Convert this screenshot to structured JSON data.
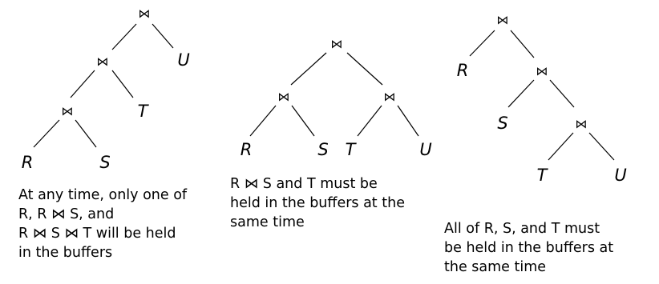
{
  "join_symbol": "⋈",
  "trees": [
    {
      "leaves": {
        "r": "R",
        "s": "S",
        "t": "T",
        "u": "U"
      },
      "caption": [
        "At any time, only one of",
        "R, R ⋈ S, and",
        "R ⋈ S ⋈ T will be held",
        "in the buffers"
      ]
    },
    {
      "leaves": {
        "r": "R",
        "s": "S",
        "t": "T",
        "u": "U"
      },
      "caption": [
        "R ⋈ S and T must be",
        "held in the buffers at the",
        "same time"
      ]
    },
    {
      "leaves": {
        "r": "R",
        "s": "S",
        "t": "T",
        "u": "U"
      },
      "caption": [
        "All of R, S, and T must",
        "be held in the buffers at",
        "the same time"
      ]
    }
  ]
}
